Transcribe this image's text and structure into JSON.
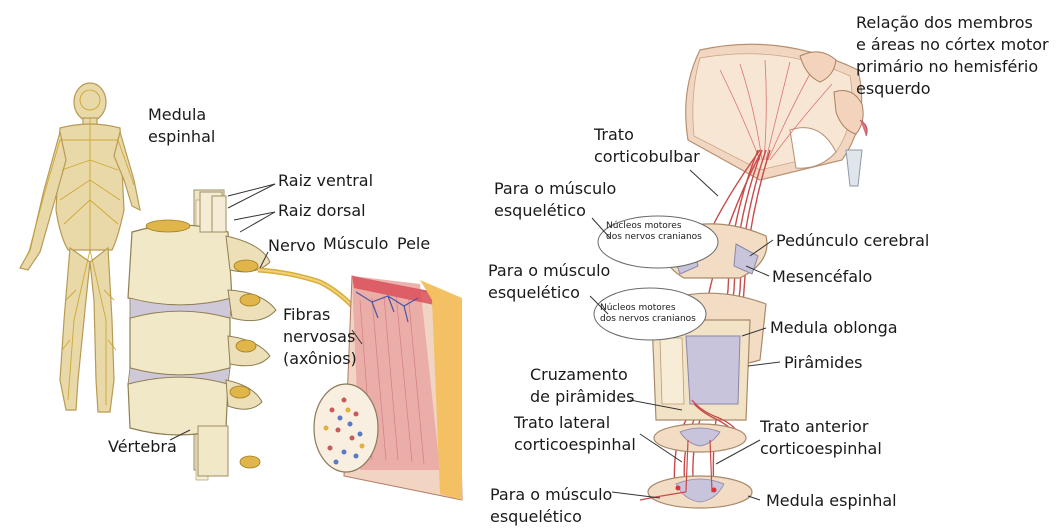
{
  "left_panel": {
    "labels": {
      "medula_espinhal": "Medula\nespinhal",
      "raiz_ventral": "Raiz ventral",
      "raiz_dorsal": "Raiz dorsal",
      "nervo": "Nervo",
      "musculo": "Músculo",
      "pele": "Pele",
      "fibras_nervosas": "Fibras\nnervosas\n(axônios)",
      "vertebra": "Vértebra"
    }
  },
  "right_panel": {
    "labels": {
      "relacao": "Relação dos membros\ne áreas no córtex motor\nprimário no hemisfério\nesquerdo",
      "trato_corticobulbar": "Trato\ncorticobulbar",
      "para_musculo_1": "Para o músculo\nesquelético",
      "nucleos_1": "Núcleos motores\ndos nervos cranianos",
      "pedunculo": "Pedúnculo cerebral",
      "para_musculo_2": "Para o músculo\nesquelético",
      "mesencefalo": "Mesencéfalo",
      "nucleos_2": "Núcleos motores\ndos nervos cranianos",
      "medula_oblonga": "Medula oblonga",
      "piramides": "Pirâmides",
      "cruzamento": "Cruzamento\nde pirâmides",
      "trato_lateral": "Trato lateral\ncorticoespinhal",
      "trato_anterior": "Trato anterior\ncorticoespinhal",
      "para_musculo_3": "Para o músculo\nesquelético",
      "medula_espinhal": "Medula espinhal"
    }
  }
}
